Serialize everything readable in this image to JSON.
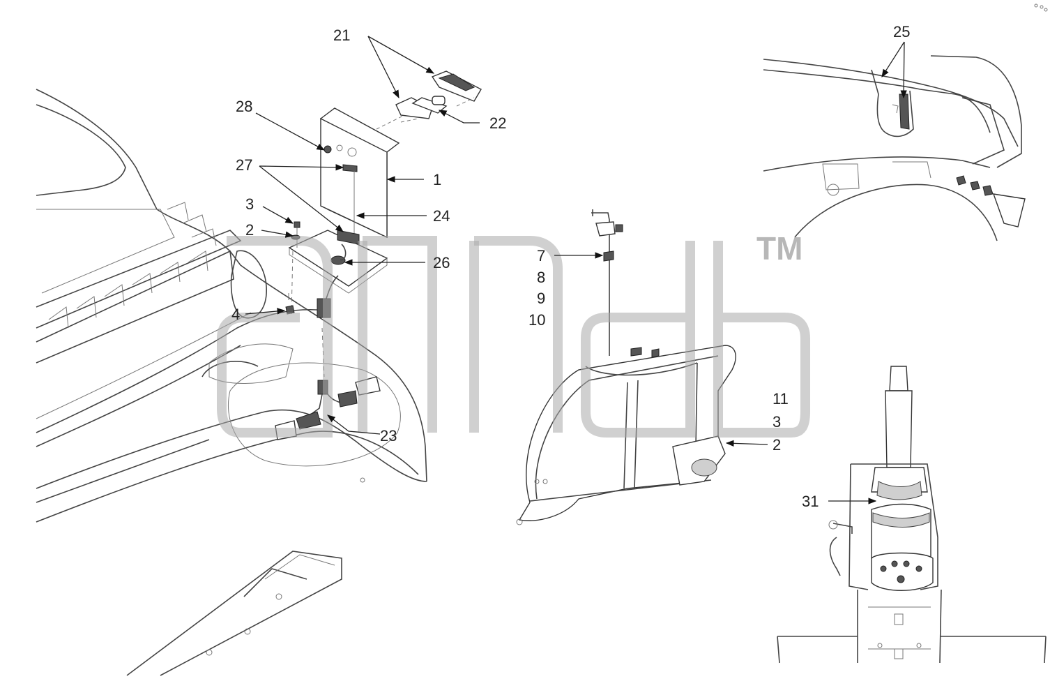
{
  "callouts": {
    "c21": "21",
    "c22": "22",
    "c28": "28",
    "c27": "27",
    "c1": "1",
    "c3a": "3",
    "c24": "24",
    "c2a": "2",
    "c26": "26",
    "c4": "4",
    "c23": "23",
    "c7": "7",
    "c8": "8",
    "c9": "9",
    "c10": "10",
    "c11": "11",
    "c3b": "3",
    "c2b": "2",
    "c25": "25",
    "c31": "31"
  },
  "watermark": {
    "trademark": "TM"
  }
}
